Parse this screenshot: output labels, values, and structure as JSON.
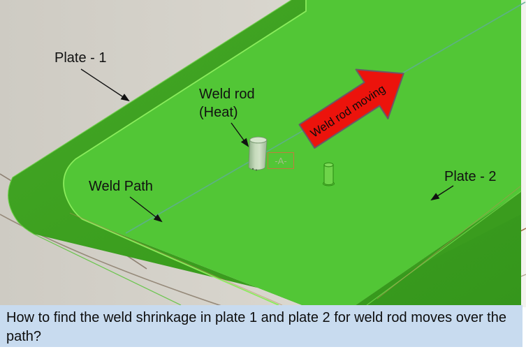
{
  "scene": {
    "labels": {
      "plate1": "Plate - 1",
      "weld_rod_line1": "Weld rod",
      "weld_rod_line2": "(Heat)",
      "weld_path": "Weld Path",
      "plate2": "Plate - 2",
      "datum_marker": "-A-"
    },
    "red_arrow": {
      "label": "Weld rod moving",
      "fill": "#ec130c",
      "outline": "#6b5866"
    },
    "colors": {
      "plate_top": "#52c636",
      "plate_side": "#3c9f1f",
      "edge_highlight": "#8aec5c",
      "weld_path_line": "#5fae92",
      "background_gray": "#d6d3cb",
      "caption_bg": "#c8dbef",
      "table_edge_brown": "#a2714b"
    }
  },
  "caption": {
    "text": "How to find the weld shrinkage in plate 1 and plate 2 for weld rod moves over the path?"
  }
}
